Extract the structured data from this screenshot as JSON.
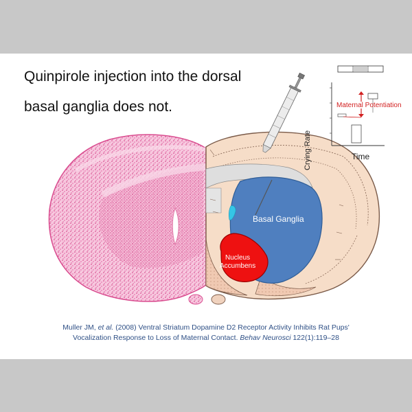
{
  "title": {
    "line1": "Quinpirole injection into the dorsal",
    "line2": "basal ganglia does not."
  },
  "labels": {
    "basal_ganglia": "Basal Ganglia",
    "nucleus_accumbens_line1": "Nucleus",
    "nucleus_accumbens_line2": "Accumbens"
  },
  "inset": {
    "ylabel": "Crying Rate",
    "xlabel": "Time",
    "annotation": "Maternal Potentiation"
  },
  "citation": {
    "line1_authors": "Muller JM, ",
    "line1_etal": "et al.",
    "line1_rest": " (2008) Ventral Striatum Dopamine D2 Receptor Activity Inhibits Rat Pups'",
    "line2_start": "Vocalization Response to Loss of Maternal Contact. ",
    "line2_journal": "Behav Neurosci",
    "line2_end": " 122(1):119–28"
  },
  "colors": {
    "basal_ganglia": "#4f7fbf",
    "nucleus_accumbens": "#ee1111",
    "atlas_fill": "#f6ddc8",
    "nissl_stain": "#e0559a",
    "annotation": "#d22020",
    "citation": "#2e4f85"
  },
  "icons": [
    "syringe-icon"
  ]
}
